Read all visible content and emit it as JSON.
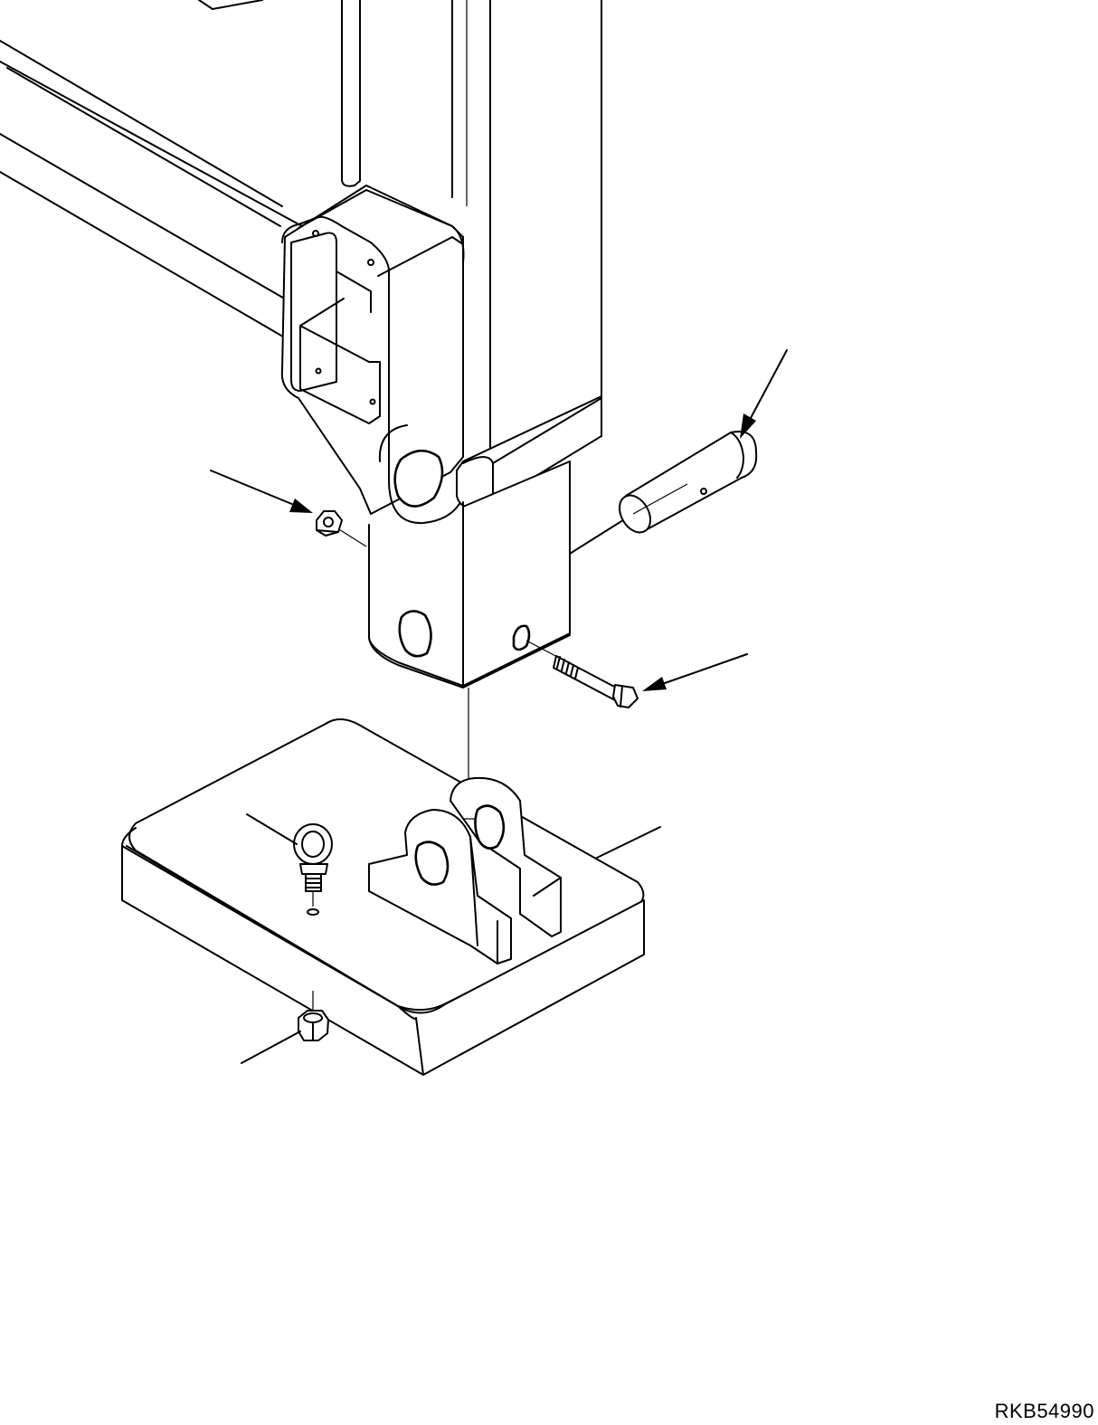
{
  "figure": {
    "code": "RKB54990"
  },
  "colors": {
    "line": "#000000",
    "background": "#ffffff"
  },
  "parts": [
    "boom-frame",
    "mast-sleeve-bracket",
    "inner-leg-tube",
    "pivot-pin",
    "lock-nut",
    "retaining-bolt",
    "outrigger-foot-pad",
    "eye-bolt",
    "pad-nut"
  ]
}
